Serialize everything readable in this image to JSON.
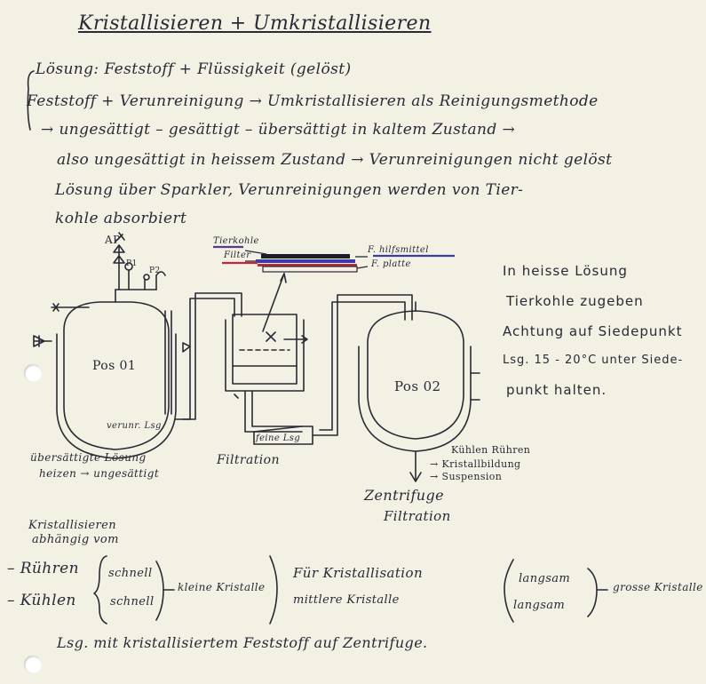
{
  "title": "Kristallisieren + Umkristallisieren",
  "lines": [
    "Lösung: Feststoff + Flüssigkeit (gelöst)",
    "Feststoff + Verunreinigung → Umkristallisieren als Reinigungsmethode",
    "→ ungesättigt – gesättigt – übersättigt in kaltem Zustand →",
    "also ungesättigt in heissem Zustand → Verunreinigungen nicht gelöst",
    "Lösung über Sparkler, Verunreinigungen werden von Tier-",
    "kohle absorbiert"
  ],
  "diagram": {
    "valve_ap": "AP",
    "gauge_p1": "P1",
    "gauge_p2": "P2",
    "vessel1": "Pos 01",
    "vessel2": "Pos 02",
    "pipe1_label": "verunr. Lsg",
    "pipe2_label": "feine Lsg",
    "filter_layer_tierkohle": "Tierkohle",
    "filter_layer_filter": "Filter",
    "filter_layer_hilfsmittel": "F. hilfsmittel",
    "filter_layer_platte": "F. platte",
    "under_v1_line1": "übersättigte Lösung",
    "under_v1_line2": "heizen → ungesättigt",
    "filtration_label": "Filtration",
    "cool_1": "Kühlen Rühren",
    "cool_2": "→ Kristallbildung",
    "cool_3": "→ Suspension",
    "centrifuge_1": "Zentrifuge",
    "centrifuge_2": "Filtration"
  },
  "notes": [
    "In heisse Lösung",
    "Tierkohle zugeben",
    "Achtung auf Siedepunkt",
    "Lsg. 15 - 20°C unter Siede-",
    "punkt halten."
  ],
  "notes_underlined": "Siedepunkt",
  "bottom": {
    "dep1": "Kristallisieren",
    "dep2": "abhängig vom",
    "ruehren": "– Rühren",
    "kuehlen": "– Kühlen",
    "schnell1": "schnell",
    "schnell2": "schnell",
    "kleine": "kleine Kristalle",
    "fuer": "Für Kristallisation",
    "mittlere": "mittlere Kristalle",
    "langsam1": "langsam",
    "langsam2": "langsam",
    "grosse": "grosse Kristalle",
    "final": "Lsg. mit kristallisiertem Feststoff auf Zentrifuge."
  },
  "colors": {
    "ink": "#2a2935",
    "red": "#c0283c",
    "blue": "#3a3aa8",
    "purple": "#5a3a8a",
    "paper": "#f3f1e4"
  }
}
